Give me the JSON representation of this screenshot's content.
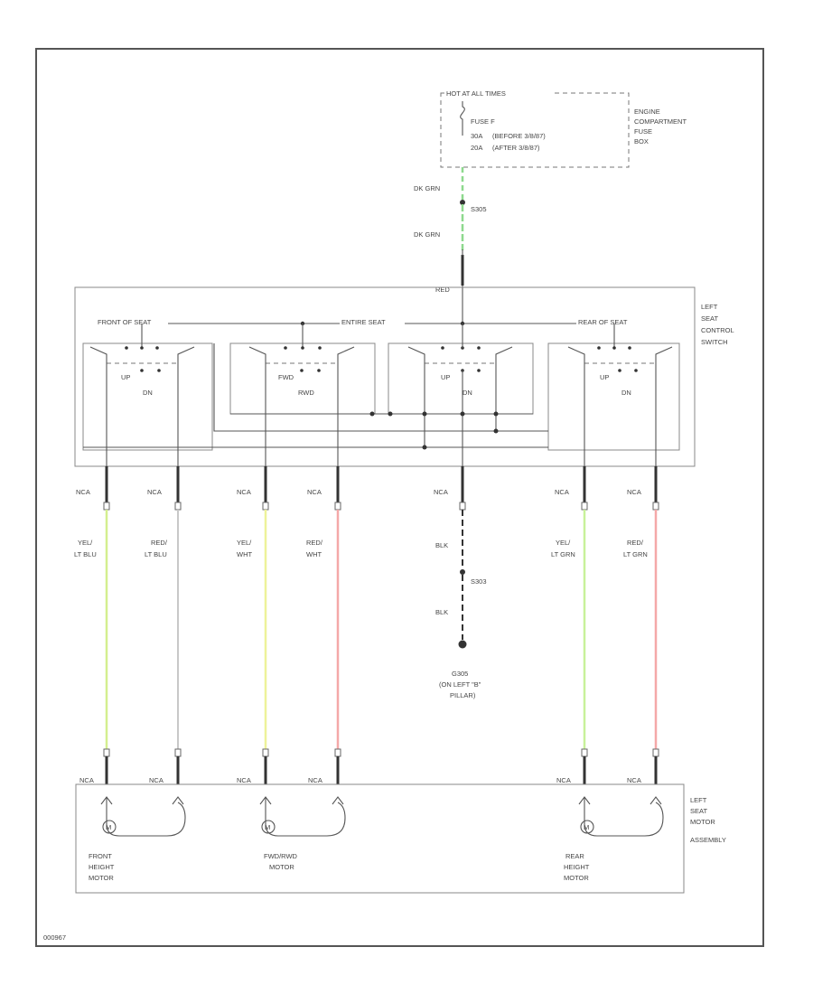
{
  "diagram": {
    "image_id": "000967",
    "fuse_box": {
      "hot_label": "HOT AT ALL TIMES",
      "fuse_name": "FUSE F",
      "rating_1": "30A",
      "note_1": "(BEFORE 3/8/87)",
      "rating_2": "20A",
      "note_2": "(AFTER 3/8/87)",
      "name": [
        "ENGINE",
        "COMPARTMENT",
        "FUSE",
        "BOX"
      ]
    },
    "feed": {
      "wire_top": "DK GRN",
      "splice": "S305",
      "wire_bottom": "DK GRN",
      "connector": "RED"
    },
    "switch": {
      "name": [
        "LEFT",
        "SEAT",
        "CONTROL",
        "SWITCH"
      ],
      "front_label": "FRONT OF SEAT",
      "entire_label": "ENTIRE SEAT",
      "rear_label": "REAR OF SEAT",
      "positions": [
        {
          "upper": "UP",
          "lower": "DN"
        },
        {
          "upper": "FWD",
          "lower": "RWD"
        },
        {
          "upper": "UP",
          "lower": "DN"
        },
        {
          "upper": "UP",
          "lower": "DN"
        }
      ]
    },
    "wires": [
      {
        "connector_top": "NCA",
        "color": [
          "YEL/",
          "LT BLU"
        ],
        "connector_bottom": "NCA"
      },
      {
        "connector_top": "NCA",
        "color": [
          "RED/",
          "LT BLU"
        ],
        "connector_bottom": "NCA"
      },
      {
        "connector_top": "NCA",
        "color": [
          "YEL/",
          "WHT"
        ],
        "connector_bottom": "NCA"
      },
      {
        "connector_top": "NCA",
        "color": [
          "RED/",
          "WHT"
        ],
        "connector_bottom": "NCA"
      },
      {
        "connector_top": "NCA",
        "color": [
          "YEL/",
          "LT GRN"
        ],
        "connector_bottom": "NCA"
      },
      {
        "connector_top": "NCA",
        "color": [
          "RED/",
          "LT GRN"
        ],
        "connector_bottom": "NCA"
      }
    ],
    "ground": {
      "connector": "NCA",
      "wire_top": "BLK",
      "splice": "S303",
      "wire_bottom": "BLK",
      "name": "G305",
      "location_1": "(ON LEFT \"B\"",
      "location_2": "PILLAR)"
    },
    "motor_assembly": {
      "name": [
        "LEFT",
        "SEAT",
        "MOTOR",
        "ASSEMBLY"
      ],
      "front_motor": [
        "FRONT",
        "HEIGHT",
        "MOTOR"
      ],
      "fwd_motor": [
        "FWD/RWD",
        "MOTOR"
      ],
      "rear_motor": [
        "REAR",
        "HEIGHT",
        "MOTOR"
      ],
      "motor_symbol": "M"
    }
  },
  "colors": {
    "frame": "#555555",
    "wire_yel_lt_blu": "#d4ef8f",
    "wire_red_lt_blu": "#c8c8c8",
    "wire_yel_wht": "#eef29a",
    "wire_red_wht": "#f4a8a8",
    "wire_yel_lt_grn": "#c8f19a",
    "wire_red_lt_grn": "#f4a8a8",
    "wire_dk_grn": "#8ed98e"
  }
}
